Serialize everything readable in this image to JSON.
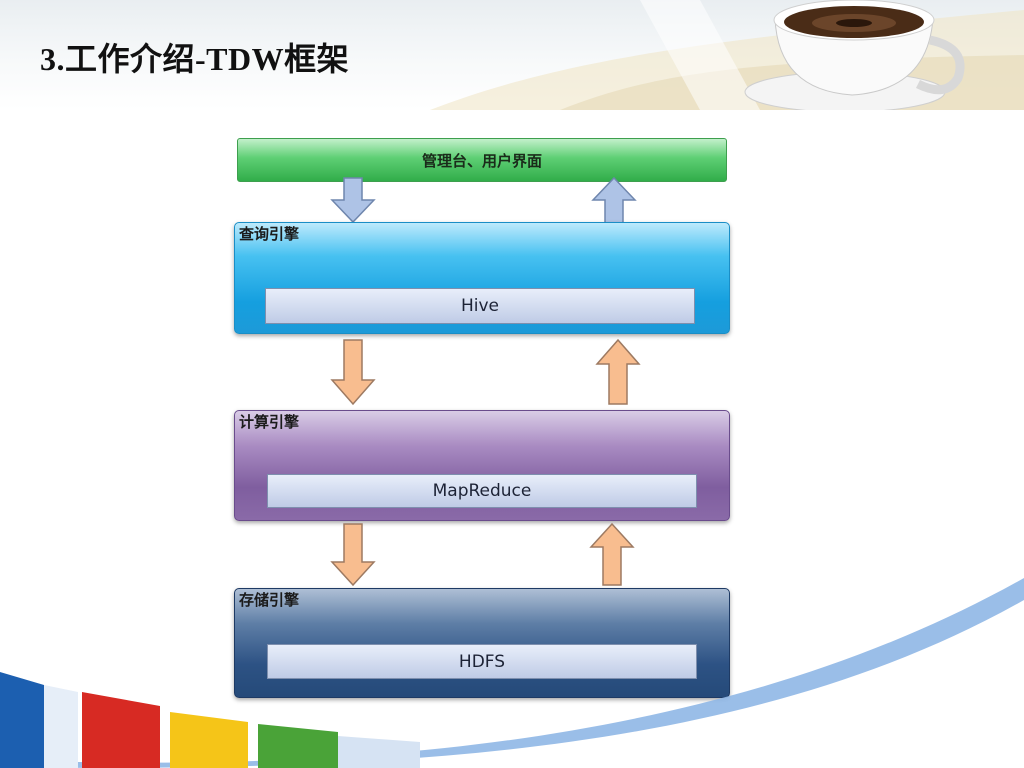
{
  "slide": {
    "title": "3.工作介绍-TDW框架"
  },
  "diagram": {
    "top_bar": {
      "label": "管理台、用户界面"
    },
    "layers": [
      {
        "caption": "查询引擎",
        "component": "Hive"
      },
      {
        "caption": "计算引擎",
        "component": "MapReduce"
      },
      {
        "caption": "存储引擎",
        "component": "HDFS"
      }
    ],
    "colors": {
      "top_bar": "#3fbf5a",
      "query": "#1fa6e3",
      "compute": "#8264a4",
      "storage": "#2f5587",
      "arrow_blue": "#aec3e6",
      "arrow_orange": "#f8bd8f"
    }
  },
  "theme": {
    "accent_stripes": [
      "#1c5fb0",
      "#d72a23",
      "#f5c518",
      "#4aa338",
      "#2d7fd3"
    ]
  }
}
